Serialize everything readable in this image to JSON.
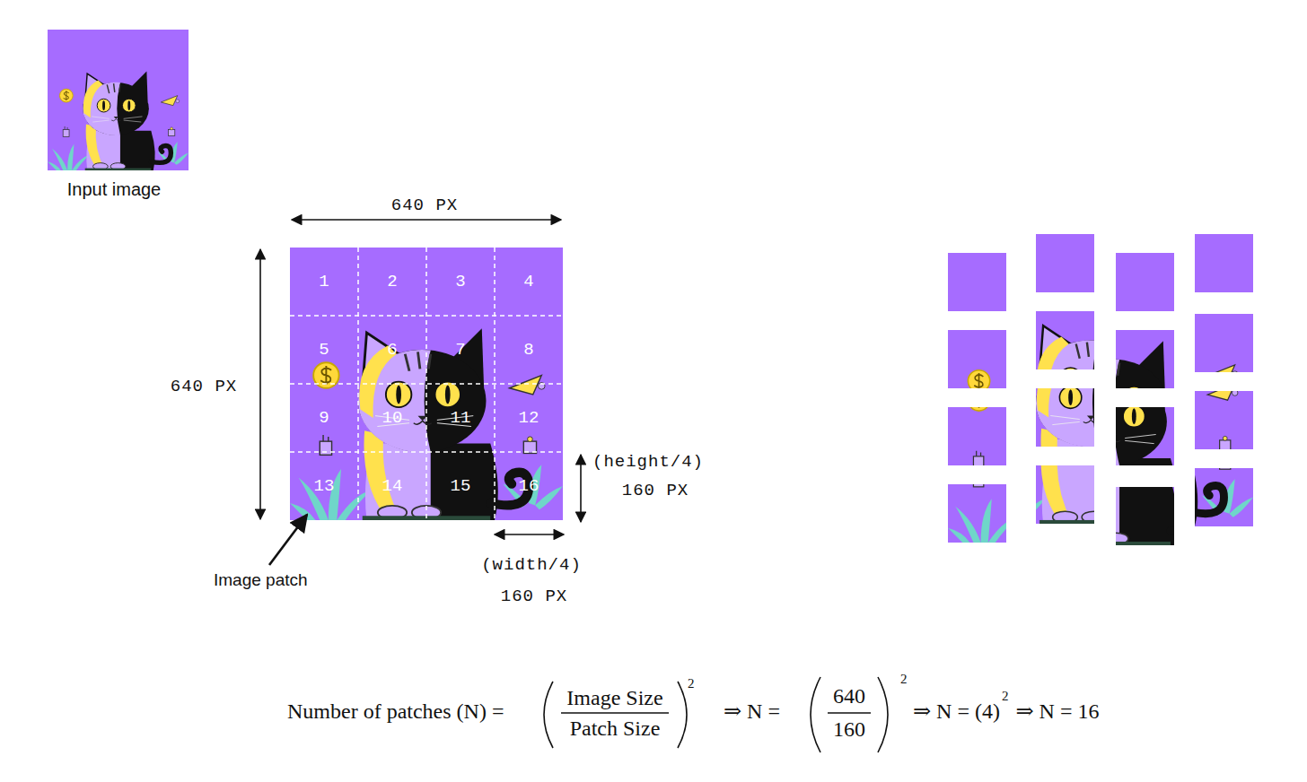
{
  "diagram": {
    "nodes": [
      {
        "text": [
          "1"
        ]
      },
      {
        "text": [
          "2"
        ]
      },
      {
        "text": [
          "3"
        ]
      },
      {
        "text": [
          "4"
        ]
      },
      {
        "text": [
          "5"
        ]
      },
      {
        "text": [
          "6"
        ]
      },
      {
        "text": [
          "7"
        ]
      },
      {
        "text": [
          "8"
        ]
      },
      {
        "text": [
          "9"
        ]
      },
      {
        "text": [
          "10"
        ]
      },
      {
        "text": [
          "11"
        ]
      },
      {
        "text": [
          "12"
        ]
      },
      {
        "text": [
          "13"
        ]
      },
      {
        "text": [
          "14"
        ]
      },
      {
        "text": [
          "15"
        ]
      },
      {
        "text": [
          "16"
        ]
      }
    ],
    "labels": [
      "Input image",
      "640 PX",
      "640 PX",
      "(height/4)",
      "160 PX",
      "(width/4)",
      "160 PX",
      "Image patch",
      "Number of patches (N) =",
      "Image Size",
      "Patch Size",
      "2",
      "⇒ N =",
      "640",
      "160",
      "2",
      "⇒ N = (4)",
      "2",
      "⇒ N = 16"
    ]
  }
}
